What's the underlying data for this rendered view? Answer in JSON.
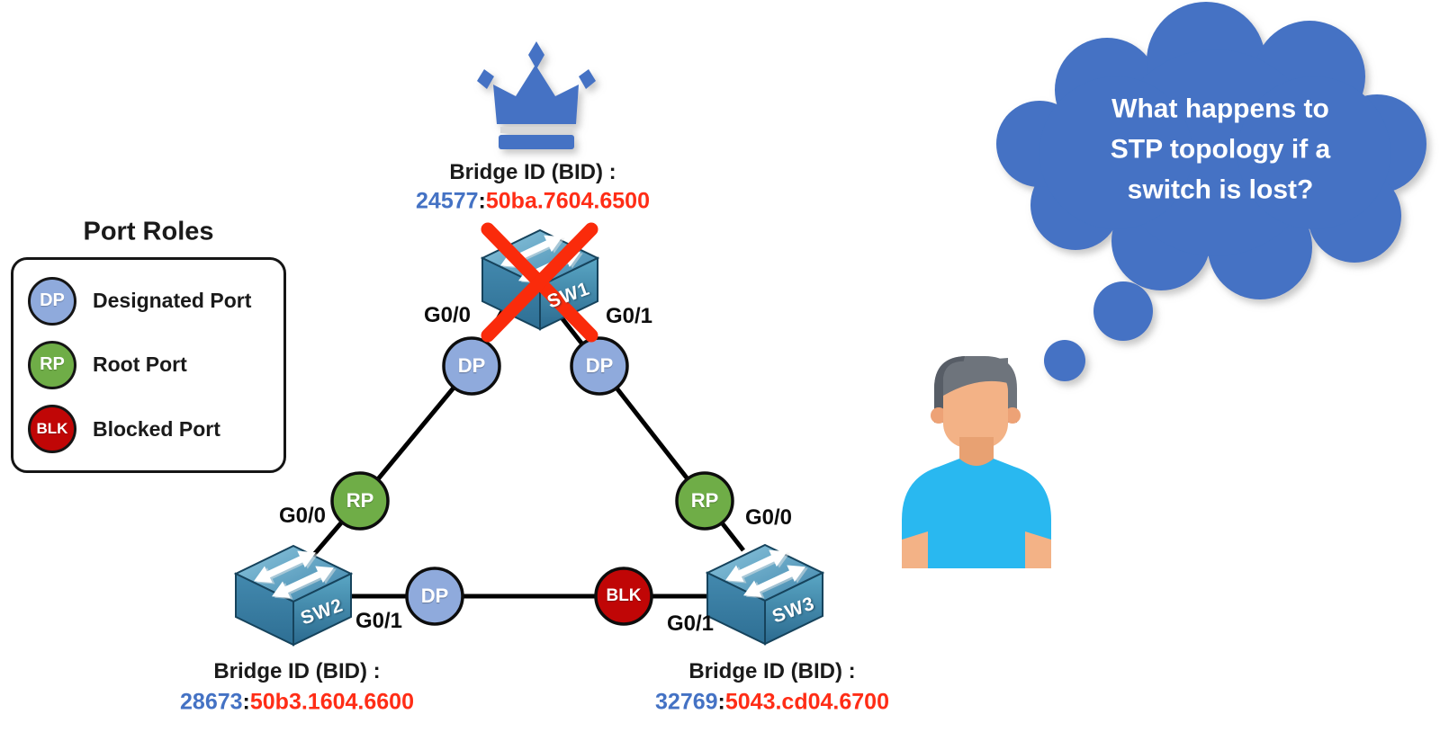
{
  "legend": {
    "title": "Port Roles",
    "items": [
      {
        "abbr": "DP",
        "label": "Designated Port"
      },
      {
        "abbr": "RP",
        "label": "Root Port"
      },
      {
        "abbr": "BLK",
        "label": "Blocked Port"
      }
    ]
  },
  "switches": [
    {
      "name": "SW1",
      "bid_label": "Bridge ID (BID) :",
      "priority": "24577",
      "separator": ":",
      "mac": "50ba.7604.6500"
    },
    {
      "name": "SW2",
      "bid_label": "Bridge ID (BID) :",
      "priority": "28673",
      "separator": ":",
      "mac": "50b3.1604.6600"
    },
    {
      "name": "SW3",
      "bid_label": "Bridge ID (BID) :",
      "priority": "32769",
      "separator": ":",
      "mac": "5043.cd04.6700"
    }
  ],
  "ports": [
    {
      "role": "DP",
      "interface": "G0/0"
    },
    {
      "role": "DP",
      "interface": "G0/1"
    },
    {
      "role": "RP",
      "interface": "G0/0"
    },
    {
      "role": "DP",
      "interface": "G0/1"
    },
    {
      "role": "BLK",
      "interface": "G0/1"
    },
    {
      "role": "RP",
      "interface": "G0/0"
    }
  ],
  "thought_bubble": {
    "lines": [
      "What happens to",
      "STP topology if a",
      "switch is lost?"
    ]
  },
  "colors": {
    "accent_blue": "#4472C4",
    "designated_port": "#8FAADC",
    "root_port": "#6FAD47",
    "blocked_port": "#C00606",
    "priority_blue": "#4472C4",
    "mac_red": "#FF2D16",
    "cross_red": "#FA2B0B",
    "link_black": "#000000",
    "bubble_blue": "#4472C4"
  }
}
